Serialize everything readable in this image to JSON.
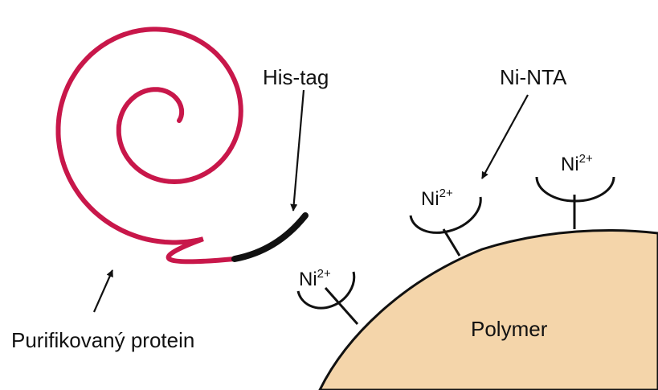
{
  "labels": {
    "his_tag": "His-tag",
    "ni_nta": "Ni-NTA",
    "protein": "Purifikovaný protein",
    "polymer": "Polymer"
  },
  "ni_label": {
    "base": "Ni",
    "charge": "2+"
  },
  "colors": {
    "protein": "#c8174a",
    "his_tag": "#111111",
    "polymer_fill": "#f4d5aa",
    "line": "#111111",
    "text": "#111111"
  }
}
